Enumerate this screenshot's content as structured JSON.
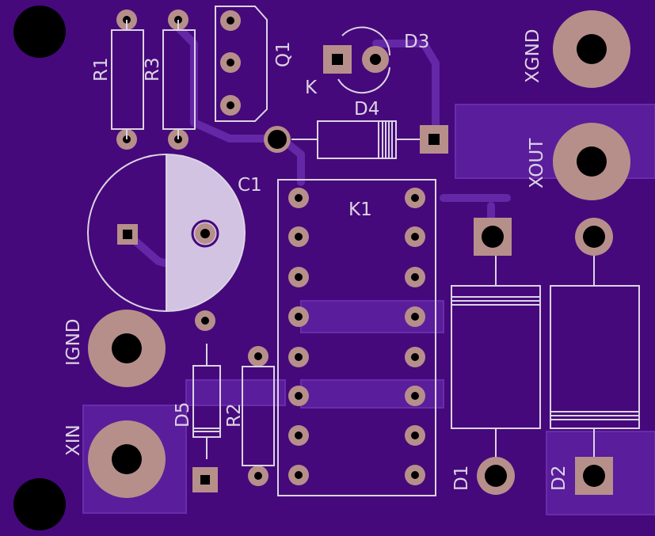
{
  "board": {
    "background_color": "#45097c",
    "silkscreen_color": "#dcd3e3",
    "pad_color": "#b78f8a"
  },
  "labels": {
    "r1": "R1",
    "r3": "R3",
    "q1": "Q1",
    "d3": "D3",
    "k": "K",
    "d4": "D4",
    "xgnd": "XGND",
    "xout": "XOUT",
    "c1": "C1",
    "k1": "K1",
    "ignd": "IGND",
    "xin": "XIN",
    "d5": "D5",
    "r2": "R2",
    "d1": "D1",
    "d2": "D2"
  }
}
